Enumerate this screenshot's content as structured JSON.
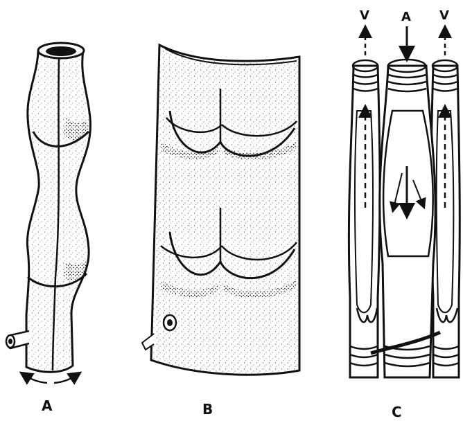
{
  "panels": {
    "a": {
      "label": "A"
    },
    "b": {
      "label": "B"
    },
    "c": {
      "label": "C",
      "vein_left_label": "V",
      "artery_label": "A",
      "vein_right_label": "V"
    }
  },
  "colors": {
    "ink": "#111111",
    "paper": "#ffffff"
  }
}
